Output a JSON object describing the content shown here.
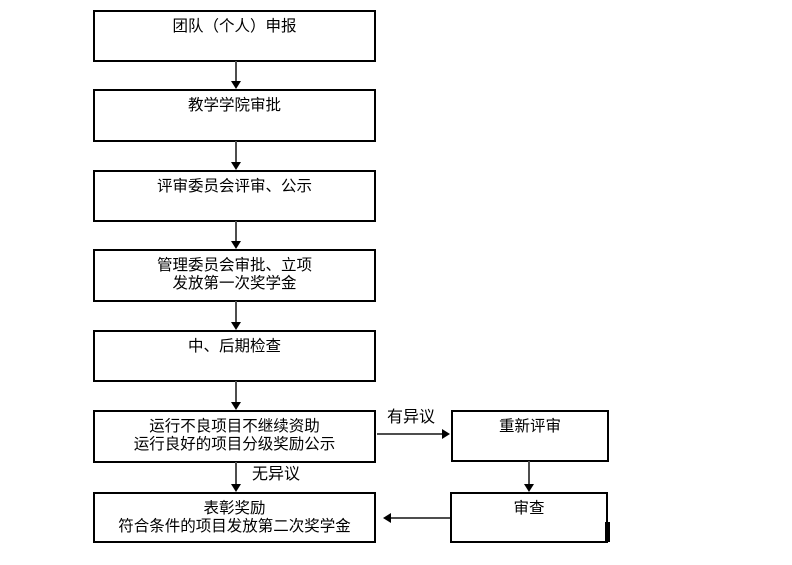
{
  "flowchart": {
    "nodes": {
      "application": {
        "lines": [
          "团队（个人）申报"
        ]
      },
      "college_approval": {
        "lines": [
          "教学学院审批"
        ]
      },
      "committee_review": {
        "lines": [
          "评审委员会评审、公示"
        ]
      },
      "committee_approval": {
        "lines": [
          "管理委员会审批、立项",
          "发放第一次奖学金"
        ]
      },
      "inspection": {
        "lines": [
          "中、后期检查"
        ]
      },
      "funding_decision": {
        "lines": [
          "运行不良项目不继续资助",
          "运行良好的项目分级奖励公示"
        ]
      },
      "commendation": {
        "lines": [
          "表彰奖励",
          "符合条件的项目发放第二次奖学金"
        ]
      },
      "rereview": {
        "lines": [
          "重新评审"
        ]
      },
      "examination": {
        "lines": [
          "审查"
        ]
      }
    },
    "edge_labels": {
      "objection": "有异议",
      "no_objection": "无异议"
    },
    "colors": {
      "background": "#ffffff",
      "box_border": "#000000",
      "box_fill": "#ffffff",
      "text": "#000000",
      "arrow_shaft": "#4d4d4d",
      "arrow_head": "#000000"
    }
  }
}
